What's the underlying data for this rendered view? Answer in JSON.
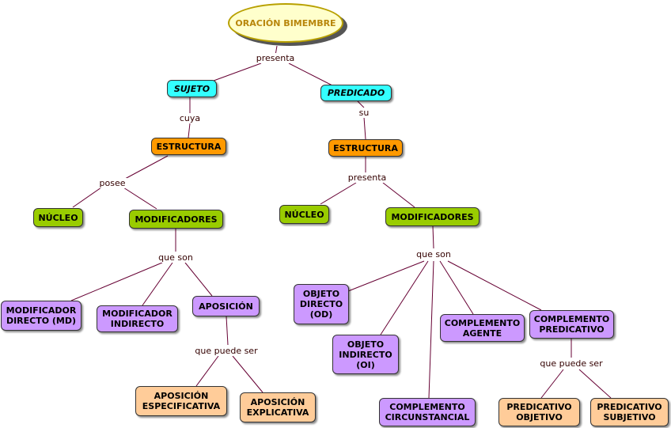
{
  "root": {
    "label": "ORACIÓN BIMEMBRE"
  },
  "nodes": {
    "sujeto": "SUJETO",
    "predicado": "PREDICADO",
    "estructura_sujeto": "ESTRUCTURA",
    "estructura_predicado": "ESTRUCTURA",
    "nucleo_sujeto": "NÚCLEO",
    "modificadores_sujeto": "MODIFICADORES",
    "nucleo_predicado": "NÚCLEO",
    "modificadores_predicado": "MODIFICADORES",
    "md": "MODIFICADOR\nDIRECTO (MD)",
    "mi": "MODIFICADOR\nINDIRECTO",
    "aposicion": "APOSICIÓN",
    "aposicion_especificativa": "APOSICIÓN\nESPECIFICATIVA",
    "aposicion_explicativa": "APOSICIÓN\nEXPLICATIVA",
    "od": "OBJETO\nDIRECTO\n(OD)",
    "oi": "OBJETO\nINDIRECTO\n(OI)",
    "complemento_agente": "COMPLEMENTO\nAGENTE",
    "complemento_predicativo": "COMPLEMENTO\nPREDICATIVO",
    "complemento_circunstancial": "COMPLEMENTO\nCIRCUNSTANCIAL",
    "predicativo_objetivo": "PREDICATIVO\nOBJETIVO",
    "predicativo_subjetivo": "PREDICATIVO\nSUBJETIVO"
  },
  "links": {
    "presenta_root": "presenta",
    "cuya": "cuya",
    "su": "su",
    "posee": "posee",
    "presenta_pred": "presenta",
    "que_son_suj": "que son",
    "que_son_pred": "que son",
    "que_puede_ser_apos": "que puede ser",
    "que_puede_ser_comp": "que puede ser"
  },
  "colors": {
    "line": "#660033",
    "sujeto_predicado": "#33ffff",
    "estructura": "#ff9900",
    "nucleo_modificadores": "#99cc00",
    "modificador_types": "#cc99ff",
    "aposicion_types": "#ffcc99",
    "root_fill": "#ffffcc",
    "root_text": "#b8860b"
  }
}
